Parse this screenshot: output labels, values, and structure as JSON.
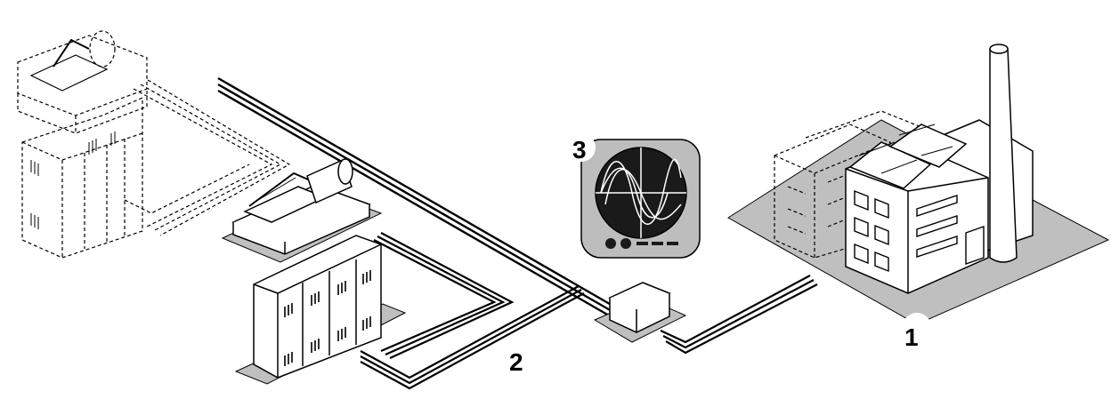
{
  "callouts": {
    "power_plant": "1",
    "cabling": "2",
    "signal_monitor": "3"
  },
  "colors": {
    "line": "#000000",
    "ground": "#bfbfbf",
    "fill": "#ffffff",
    "screen": "#1a1a1a",
    "monitor_body": "#bdbdbd"
  }
}
